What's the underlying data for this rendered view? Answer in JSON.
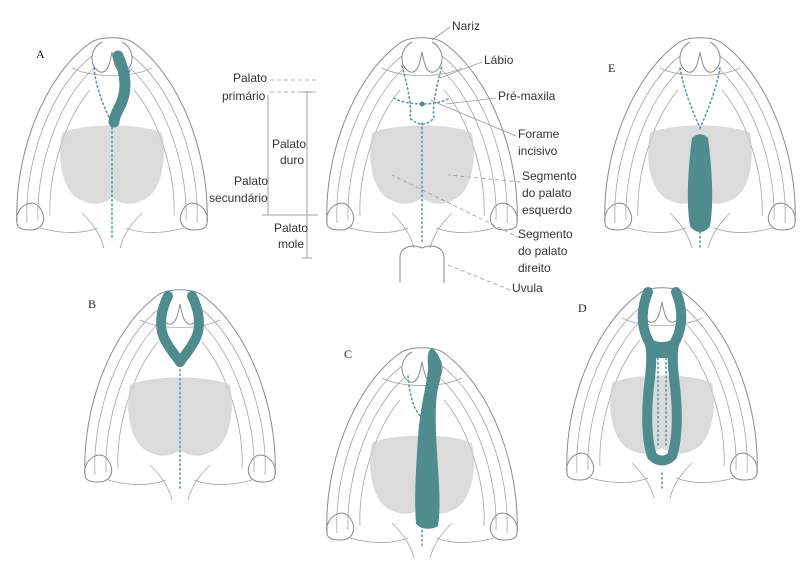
{
  "panels": {
    "a": "A",
    "b": "B",
    "c": "C",
    "d": "D",
    "e": "E"
  },
  "labels": {
    "palato_primario_1": "Palato",
    "palato_primario_2": "primário",
    "palato_duro_1": "Palato",
    "palato_duro_2": "duro",
    "palato_secundario_1": "Palato",
    "palato_secundario_2": "secundário",
    "palato_mole_1": "Palato",
    "palato_mole_2": "mole",
    "nariz": "Nariz",
    "labio": "Lábio",
    "pre_maxila": "Pré-maxila",
    "forame_1": "Forame",
    "forame_2": "incisivo",
    "seg_esq_1": "Segmento",
    "seg_esq_2": "do palato",
    "seg_esq_3": "esquerdo",
    "seg_dir_1": "Segmento",
    "seg_dir_2": "do palato",
    "seg_dir_3": "direito",
    "uvula": "Uvula"
  },
  "colors": {
    "cleft": "#4e8c8e",
    "midline": "#5b9bb0",
    "outline": "#8a8a8a"
  }
}
